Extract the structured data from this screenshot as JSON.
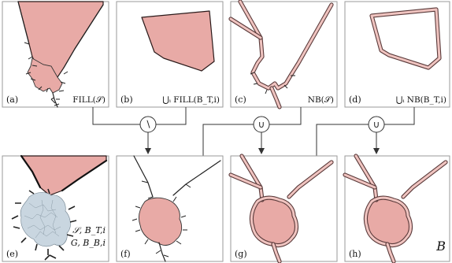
{
  "panels": [
    {
      "id": "a",
      "label": "(a)",
      "formula": "FILL(𝒮)"
    },
    {
      "id": "b",
      "label": "(b)",
      "formula": "⋃ᵢ FILL(B_T,i)"
    },
    {
      "id": "c",
      "label": "(c)",
      "formula": "NB(𝒮)"
    },
    {
      "id": "d",
      "label": "(d)",
      "formula": "⋃ᵢ NB(B_T,i)"
    },
    {
      "id": "e",
      "label": "(e)",
      "formula": "",
      "line1": "𝒮, B_T,i",
      "line2": "G, B_B,i"
    },
    {
      "id": "f",
      "label": "(f)",
      "formula": ""
    },
    {
      "id": "g",
      "label": "(g)",
      "formula": ""
    },
    {
      "id": "h",
      "label": "(h)",
      "formula": ""
    }
  ],
  "operators": {
    "difference": "∖",
    "union_1": "∪",
    "union_2": "∪"
  },
  "corner_label": "B",
  "colors": {
    "fill": "#e8aaa6",
    "blob": "#c9d6e0",
    "panel_border": "#9a9a9a"
  }
}
